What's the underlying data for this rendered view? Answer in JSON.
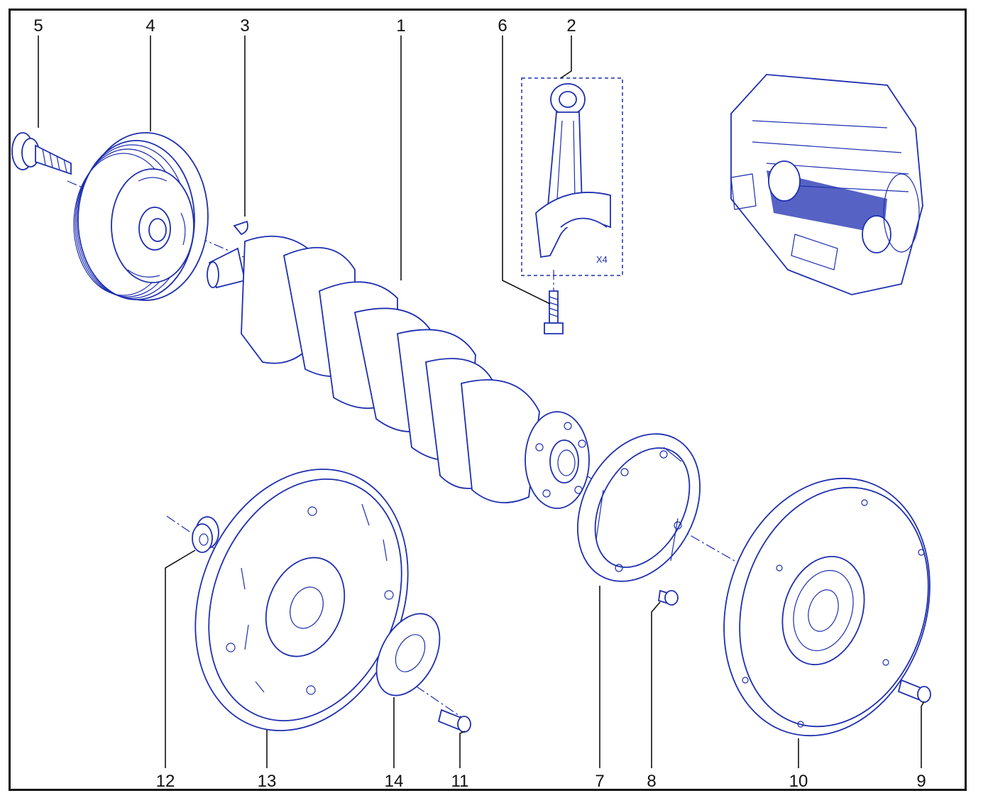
{
  "diagram": {
    "callouts": [
      "1",
      "2",
      "3",
      "4",
      "5",
      "6",
      "7",
      "8",
      "9",
      "10",
      "11",
      "12",
      "13",
      "14"
    ],
    "quantity_label": "X4",
    "colors": {
      "line": "#1e2fb0",
      "text": "#111111",
      "background": "#ffffff"
    }
  }
}
